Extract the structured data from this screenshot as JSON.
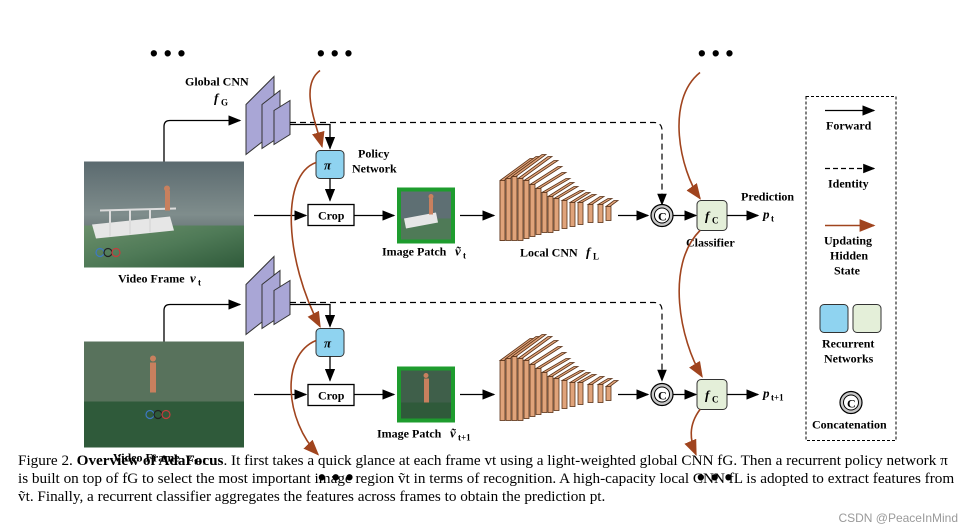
{
  "top_dots": "• • •",
  "bottom_dots": "• • •",
  "global_cnn": {
    "label": "Global CNN",
    "symbol": "f",
    "subscript": "G"
  },
  "policy": {
    "symbol": "π",
    "label_line1": "Policy",
    "label_line2": "Network"
  },
  "crop_label": "Crop",
  "frame_t": {
    "label": "Video Frame",
    "symbol": "v",
    "subscript": "t"
  },
  "frame_t1": {
    "label": "Video Frame",
    "symbol": "v",
    "subscript": "t+1"
  },
  "patch_t": {
    "label": "Image Patch",
    "symbol": "ṽ",
    "subscript": "t"
  },
  "patch_t1": {
    "label": "Image Patch",
    "symbol": "ṽ",
    "subscript": "t+1"
  },
  "local_cnn": {
    "label": "Local CNN",
    "symbol": "f",
    "subscript": "L"
  },
  "concat_symbol": "C",
  "classifier": {
    "symbol": "f",
    "subscript": "C",
    "label": "Classifier"
  },
  "prediction": {
    "label": "Prediction",
    "symbol_t": "p",
    "sub_t": "t",
    "symbol_t1": "p",
    "sub_t1": "t+1"
  },
  "legend": {
    "forward": "Forward",
    "identity": "Identity",
    "updating_line1": "Updating",
    "updating_line2": "Hidden",
    "updating_line3": "State",
    "recurrent_line1": "Recurrent",
    "recurrent_line2": "Networks",
    "concat": "Concatenation"
  },
  "colors": {
    "global_cnn_fill": "#a9a6d6",
    "policy_fill": "#8fd3f0",
    "local_cnn_fill": "#e0a37a",
    "classifier_fill": "#e4efd9",
    "recurrent_arrow": "#a0441e",
    "patch_border": "#1e9c2e"
  },
  "caption": {
    "fig": "Figure 2.",
    "title": "Overview of AdaFocus",
    "body": ". It first takes a quick glance at each frame vt using a light-weighted global CNN fG. Then a recurrent policy network π is built on top of fG to select the most important image region ṽt in terms of recognition. A high-capacity local CNN fL is adopted to extract features from ṽt. Finally, a recurrent classifier aggregates the features across frames to obtain the prediction pt."
  },
  "watermark": "CSDN @PeaceInMind"
}
